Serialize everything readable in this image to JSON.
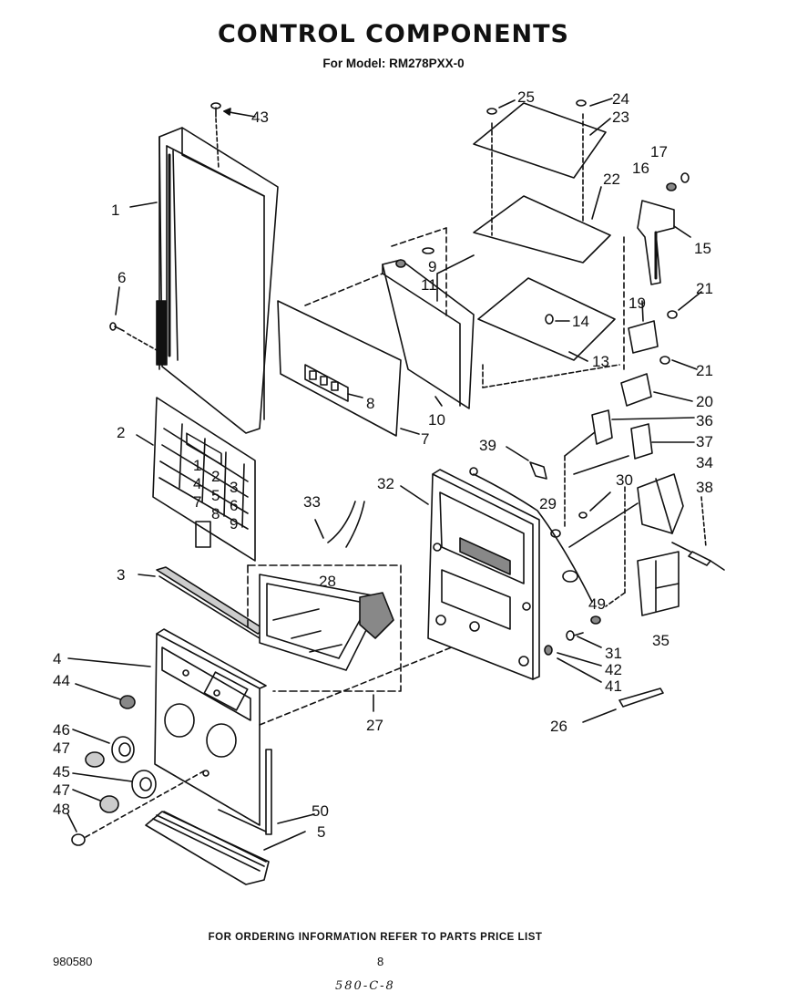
{
  "header": {
    "title": "CONTROL COMPONENTS",
    "subtitle": "For Model: RM278PXX-0"
  },
  "footer": {
    "ordering_note": "FOR ORDERING INFORMATION REFER TO PARTS PRICE LIST",
    "doc_number": "980580",
    "page_number": "8",
    "handwritten_ref": "580-C-8"
  },
  "keypad": {
    "keys": [
      "1",
      "2",
      "3",
      "4",
      "5",
      "6",
      "7",
      "8",
      "9"
    ]
  },
  "callouts": [
    "1",
    "2",
    "3",
    "4",
    "5",
    "6",
    "7",
    "8",
    "9",
    "10",
    "11",
    "13",
    "14",
    "15",
    "16",
    "17",
    "19",
    "20",
    "21",
    "21",
    "22",
    "23",
    "24",
    "25",
    "26",
    "27",
    "28",
    "29",
    "30",
    "31",
    "32",
    "33",
    "34",
    "35",
    "36",
    "37",
    "38",
    "39",
    "41",
    "42",
    "43",
    "44",
    "45",
    "46",
    "47",
    "47",
    "48",
    "49",
    "50"
  ]
}
